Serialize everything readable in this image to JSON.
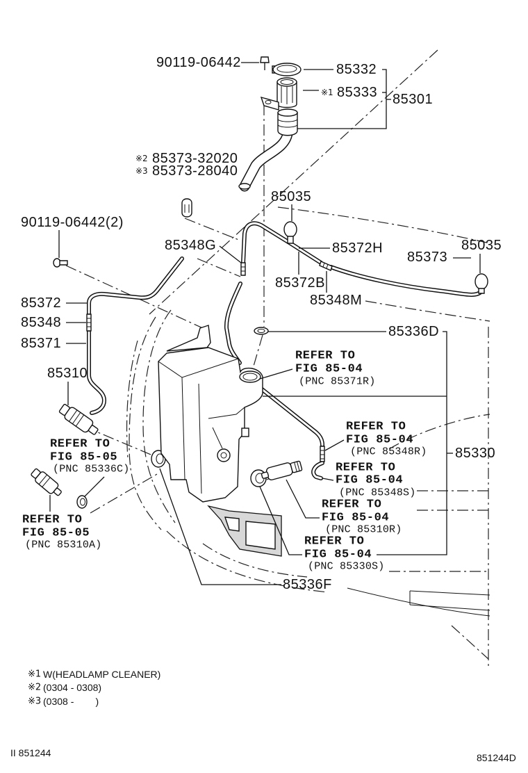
{
  "callouts": {
    "bolt_top": "90119-06442",
    "cap": "85332",
    "neck_mark": "※1",
    "neck": "85333",
    "inlet_assy": "85301",
    "hose_mark_2": "※2",
    "hose_2": "85373-32020",
    "hose_mark_3": "※3",
    "hose_3": "85373-28040",
    "nozzle_left": "85035",
    "bolt_left": "90119-06442(2)",
    "nozzle_right": "85035",
    "connector_g": "85348G",
    "hose_h": "85372H",
    "hose_85373": "85373",
    "hose_b": "85372B",
    "hose_85372": "85372",
    "connector_m": "85348M",
    "connector_85348": "85348",
    "grommet_d": "85336D",
    "hose_85371": "85371",
    "pump_85310": "85310",
    "tank_assy": "85330",
    "grommet_f": "85336F"
  },
  "refer_notes": [
    {
      "line1": "REFER TO",
      "line2": "FIG 85-04",
      "line3": "(PNC 85371R)"
    },
    {
      "line1": "REFER TO",
      "line2": "FIG 85-04",
      "line3": "(PNC 85348R)"
    },
    {
      "line1": "REFER TO",
      "line2": "FIG 85-05",
      "line3": "(PNC 85336C)"
    },
    {
      "line1": "REFER TO",
      "line2": "FIG 85-04",
      "line3": "(PNC 85348S)"
    },
    {
      "line1": "REFER TO",
      "line2": "FIG 85-04",
      "line3": "(PNC 85310R)"
    },
    {
      "line1": "REFER TO",
      "line2": "FIG 85-05",
      "line3": "(PNC 85310A)"
    },
    {
      "line1": "REFER TO",
      "line2": "FIG 85-04",
      "line3": "(PNC 85330S)"
    }
  ],
  "footnotes": [
    {
      "mark": "※1",
      "text": "W(HEADLAMP CLEANER)"
    },
    {
      "mark": "※2",
      "text": "(0304 - 0308)"
    },
    {
      "mark": "※3",
      "text": "(0308 -        )"
    }
  ],
  "drawing_code_left": "II 851244",
  "drawing_code_right": "851244D"
}
